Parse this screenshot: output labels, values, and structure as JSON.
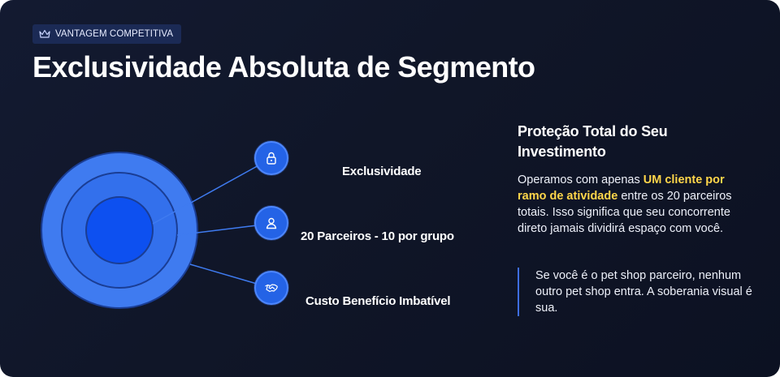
{
  "badge": {
    "label": "VANTAGEM COMPETITIVA",
    "icon": "crown-icon"
  },
  "title": "Exclusividade Absoluta de Segmento",
  "features": [
    {
      "label": "Exclusividade",
      "icon": "lock-icon"
    },
    {
      "label": "20 Parceiros - 10 por grupo",
      "icon": "user-icon"
    },
    {
      "label": "Custo Benefício Imbatível",
      "icon": "handshake-icon"
    }
  ],
  "right": {
    "heading": "Proteção Total do Seu Investimento",
    "body_before": "Operamos com apenas ",
    "body_highlight": "UM cliente por ramo de atividade",
    "body_after": " entre os 20 parceiros totais. Isso significa que seu concorrente direto jamais dividirá espaço com você.",
    "quote": "Se você é o pet shop parceiro, nenhum outro pet shop entra. A soberania visual é sua."
  },
  "colors": {
    "background": "#111830",
    "accent_blue": "#2463e6",
    "highlight_yellow": "#ffd64a",
    "outer_ring": "#3f7bf0",
    "middle_ring": "#3370ec",
    "inner_circle": "#0d50f0"
  }
}
